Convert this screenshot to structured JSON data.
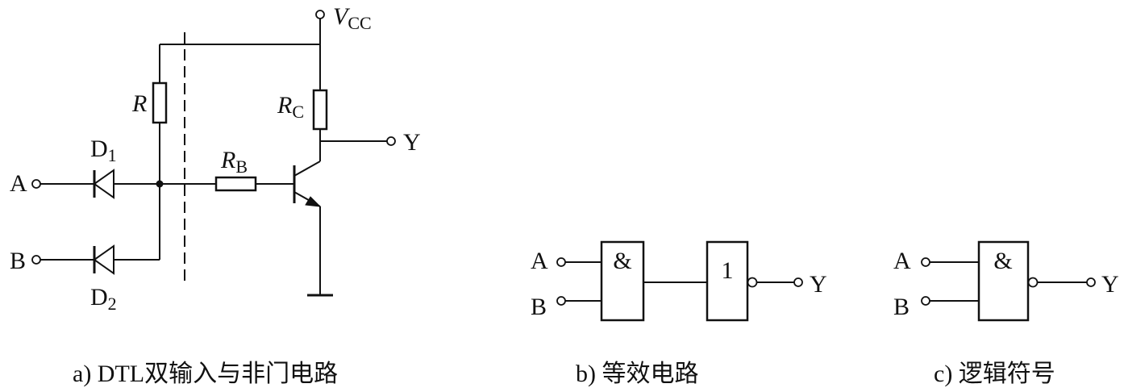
{
  "circuit_a": {
    "vcc_main": "V",
    "vcc_sub": "CC",
    "r_label": "R",
    "rc_main": "R",
    "rc_sub": "C",
    "rb_main": "R",
    "rb_sub": "B",
    "d1_main": "D",
    "d1_sub": "1",
    "d2_main": "D",
    "d2_sub": "2",
    "input_a": "A",
    "input_b": "B",
    "output_y": "Y",
    "caption": "a) DTL双输入与非门电路"
  },
  "circuit_b": {
    "input_a": "A",
    "input_b": "B",
    "and_symbol": "&",
    "not_symbol": "1",
    "output_y": "Y",
    "caption": "b) 等效电路"
  },
  "circuit_c": {
    "input_a": "A",
    "input_b": "B",
    "nand_symbol": "&",
    "output_y": "Y",
    "caption": "c) 逻辑符号"
  }
}
